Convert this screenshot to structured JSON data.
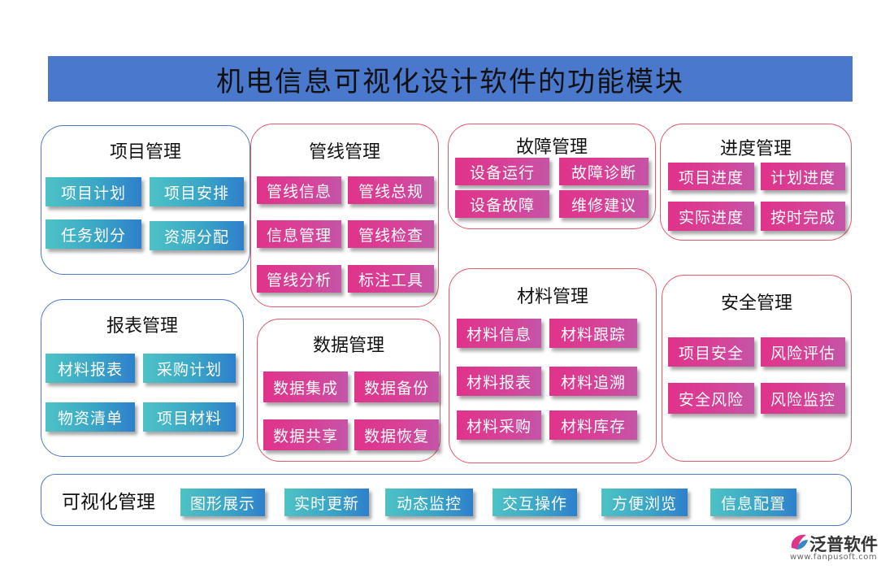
{
  "title": "机电信息可视化设计软件的功能模块",
  "modules": {
    "project": {
      "title": "项目管理",
      "items": [
        "项目计划",
        "项目安排",
        "任务划分",
        "资源分配"
      ]
    },
    "pipeline": {
      "title": "管线管理",
      "items": [
        "管线信息",
        "管线总规",
        "信息管理",
        "管线检查",
        "管线分析",
        "标注工具"
      ]
    },
    "fault": {
      "title": "故障管理",
      "items": [
        "设备运行",
        "故障诊断",
        "设备故障",
        "维修建议"
      ]
    },
    "progress": {
      "title": "进度管理",
      "items": [
        "项目进度",
        "计划进度",
        "实际进度",
        "按时完成"
      ]
    },
    "report": {
      "title": "报表管理",
      "items": [
        "材料报表",
        "采购计划",
        "物资清单",
        "项目材料"
      ]
    },
    "data": {
      "title": "数据管理",
      "items": [
        "数据集成",
        "数据备份",
        "数据共享",
        "数据恢复"
      ]
    },
    "material": {
      "title": "材料管理",
      "items": [
        "材料信息",
        "材料跟踪",
        "材料报表",
        "材料追溯",
        "材料采购",
        "材料库存"
      ]
    },
    "safety": {
      "title": "安全管理",
      "items": [
        "项目安全",
        "风险评估",
        "安全风险",
        "风险监控"
      ]
    },
    "visual": {
      "title": "可视化管理",
      "items": [
        "图形展示",
        "实时更新",
        "动态监控",
        "交互操作",
        "方便浏览",
        "信息配置"
      ]
    }
  },
  "logo": {
    "name": "泛普软件",
    "url": "www.fanpusoft.com"
  },
  "colors": {
    "title_bar": "#4a78cc",
    "teal": "#3aa6c6",
    "pink": "#d64399",
    "blue_border": "#4f78c8",
    "red_border": "#e05a6a"
  }
}
